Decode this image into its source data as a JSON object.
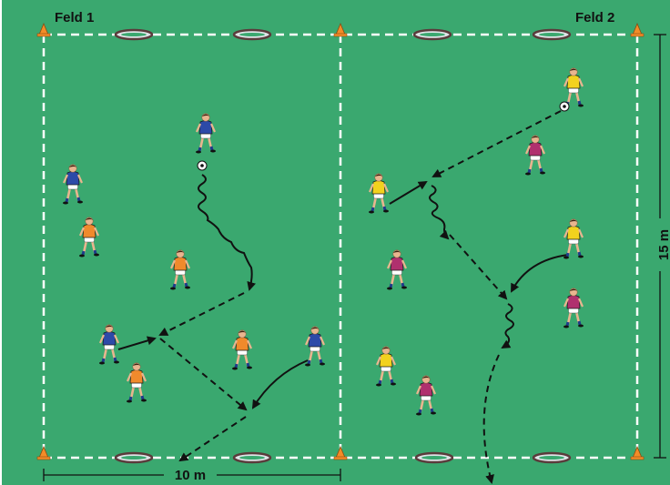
{
  "labels": {
    "field1": "Feld 1",
    "field2": "Feld 2",
    "width": "10 m",
    "height": "15 m"
  },
  "colors": {
    "pitch": "#3aa86f",
    "line": "#ffffff",
    "blue_team": "#2d4aa8",
    "orange_team": "#f08a2c",
    "yellow_team": "#f2d21e",
    "magenta_team": "#b0306e",
    "cone": "#f28c28"
  },
  "icons": {
    "player": "player-figure-icon",
    "ball": "soccer-ball-icon",
    "cone": "cone-icon",
    "ring": "ring-marker-icon"
  }
}
